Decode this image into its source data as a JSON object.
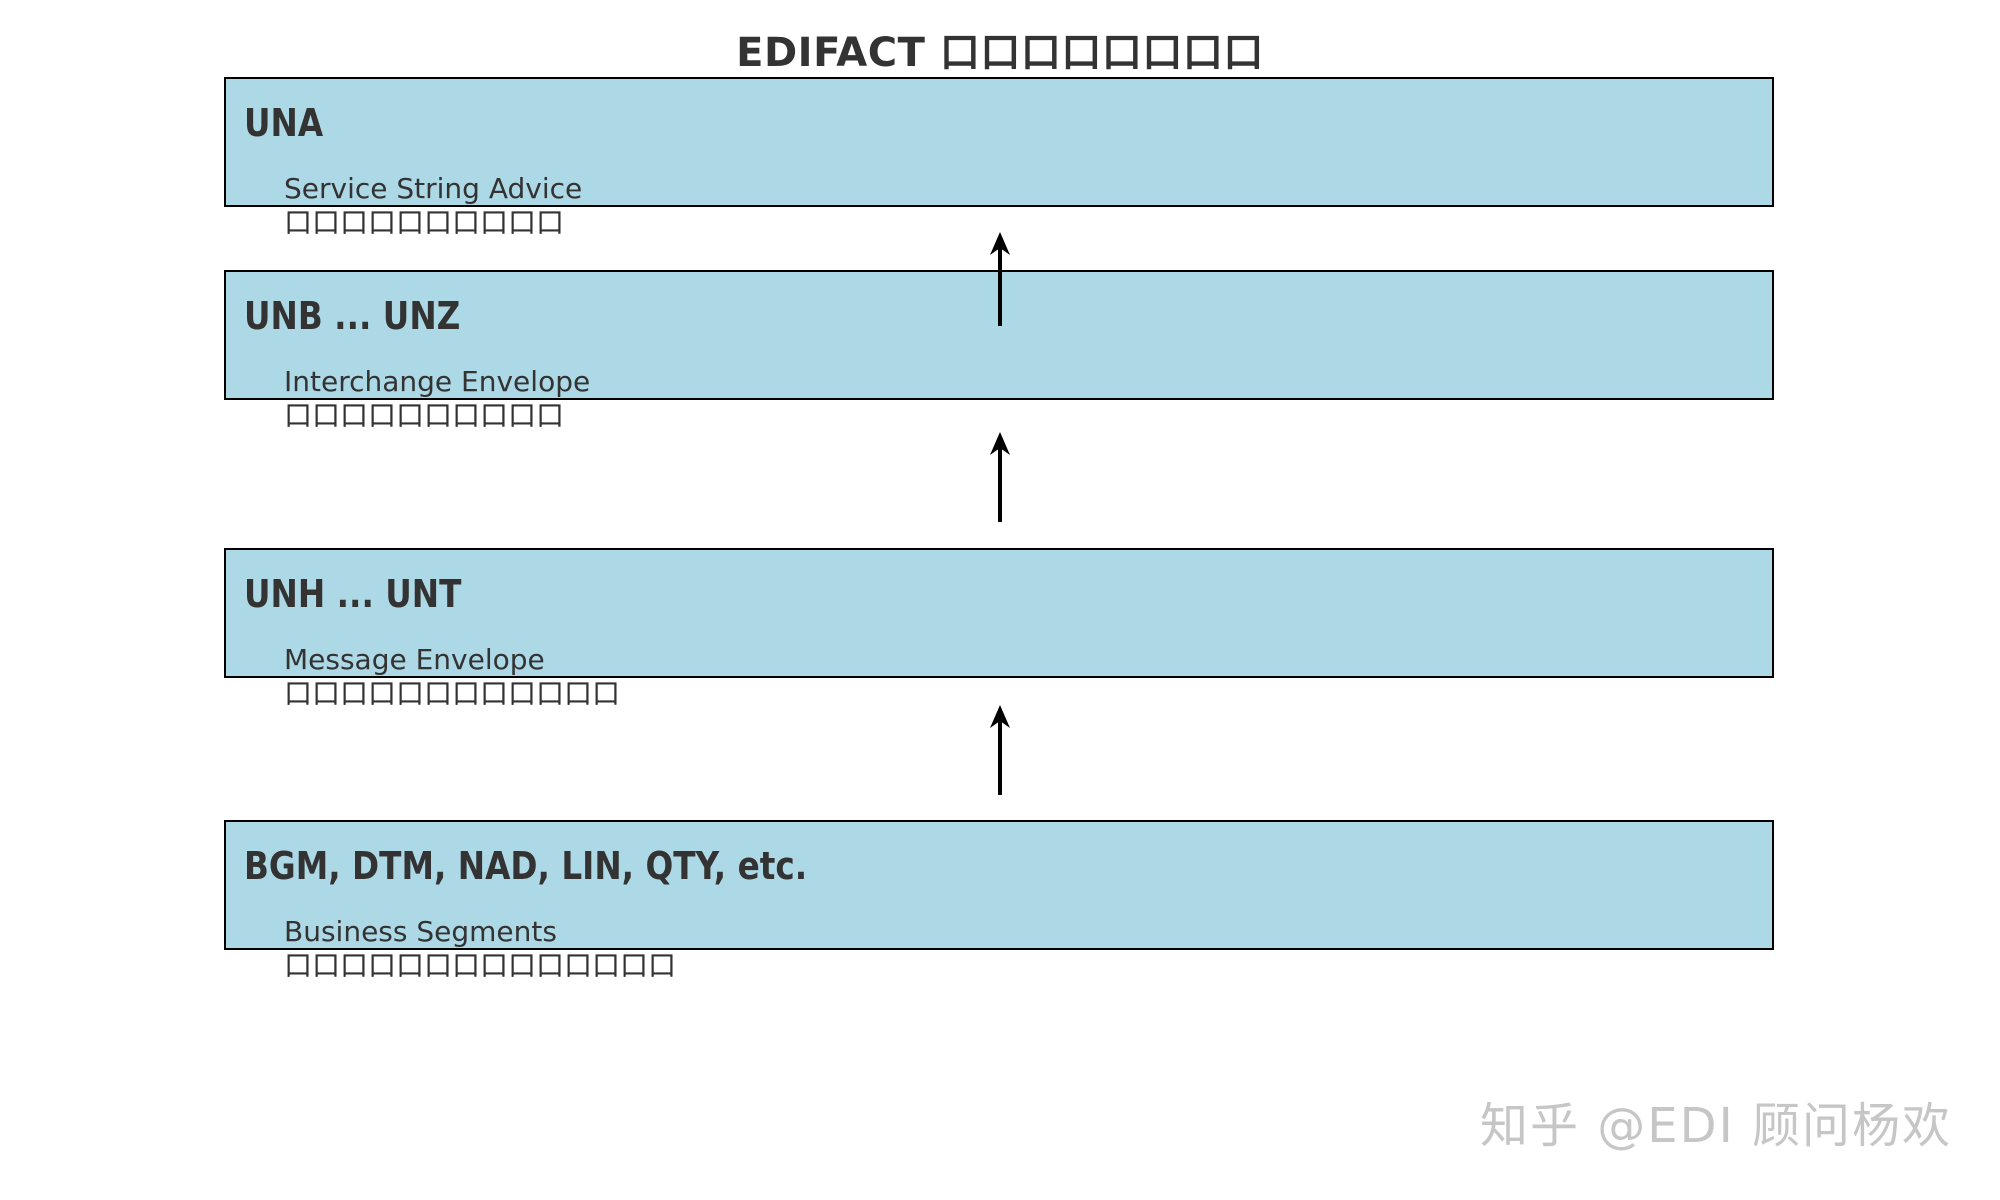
{
  "page": {
    "title": "EDIFACT 口口口口口口口口"
  },
  "diagram": {
    "boxes": [
      {
        "heading": "UNA",
        "subtitle_en": "Service String Advice",
        "subtitle_cjk": "口口口口口口口口口口"
      },
      {
        "heading": "UNB ... UNZ",
        "subtitle_en": "Interchange Envelope",
        "subtitle_cjk": "口口口口口口口口口口"
      },
      {
        "heading": "UNH ... UNT",
        "subtitle_en": "Message Envelope",
        "subtitle_cjk": "口口口口口口口口口口口口"
      },
      {
        "heading": "BGM, DTM, NAD, LIN, QTY, etc.",
        "subtitle_en": "Business Segments",
        "subtitle_cjk": "口口口口口口口口口口口口口口"
      }
    ],
    "arrows": {
      "direction": "up",
      "count": 3
    },
    "colors": {
      "box_fill": "#ADD8E6",
      "box_border": "#000000",
      "text": "#333333",
      "arrow": "#000000"
    }
  },
  "watermark": {
    "text": "知乎 @EDI 顾问杨欢",
    "color": "#c6c6c6"
  }
}
